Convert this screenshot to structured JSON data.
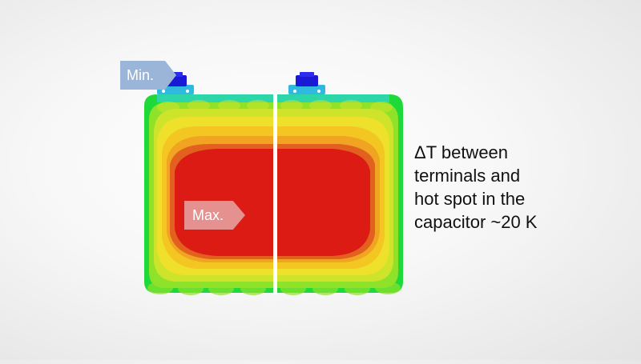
{
  "labels": {
    "min": "Min.",
    "max": "Max."
  },
  "annotation": {
    "lines": [
      "ΔT between",
      "terminals and",
      "hot spot in the",
      "capacitor ~20 K"
    ]
  },
  "colors": {
    "min_tag": "#9bb5d9",
    "max_tag": "#e4918f",
    "terminal": "#1a1ad6",
    "contours": [
      "#1fd93a",
      "#8ee22a",
      "#cde42a",
      "#efe02b",
      "#f3c622",
      "#f0a422",
      "#e2611f",
      "#dc1b14"
    ]
  }
}
